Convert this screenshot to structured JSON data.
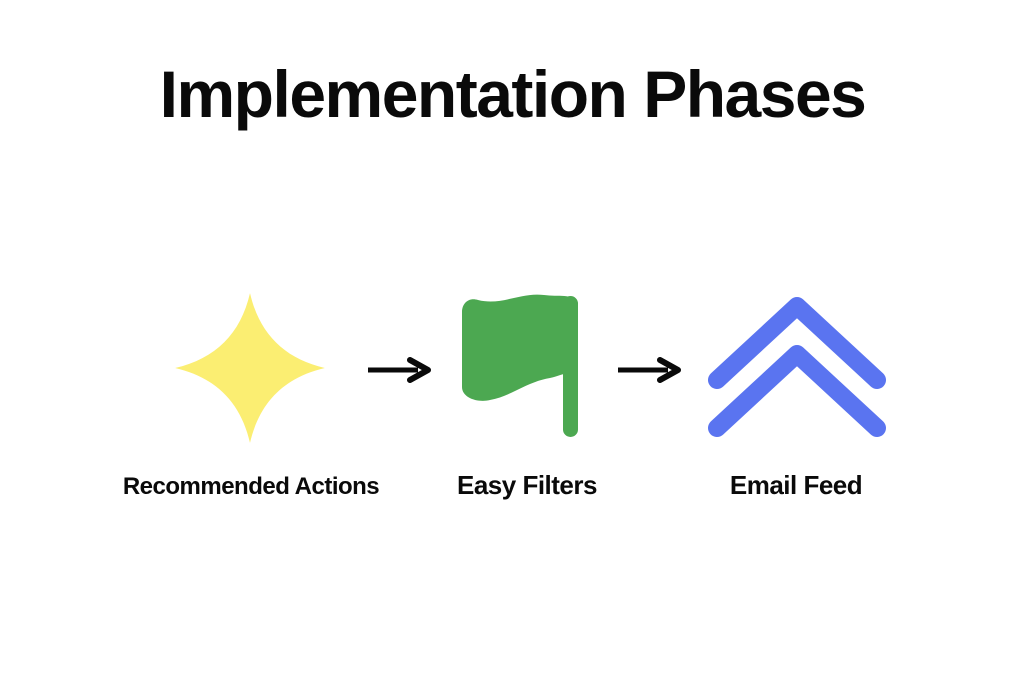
{
  "page": {
    "title": "Implementation Phases",
    "background_color": "#ffffff",
    "title_color": "#0a0a0a"
  },
  "phases": [
    {
      "label": "Recommended Actions",
      "icon": "sparkle-icon",
      "icon_color": "#FBEE72"
    },
    {
      "label": "Easy Filters",
      "icon": "flag-icon",
      "icon_color": "#4CA851"
    },
    {
      "label": "Email Feed",
      "icon": "double-chevron-up-icon",
      "icon_color": "#5A74F0"
    }
  ],
  "arrows": {
    "color": "#0a0a0a"
  }
}
